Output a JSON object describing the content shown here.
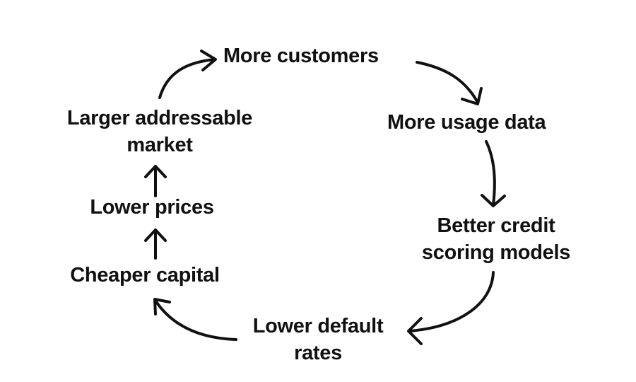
{
  "diagram": {
    "type": "cycle",
    "nodes": [
      {
        "id": "more-customers",
        "lines": [
          "More customers"
        ]
      },
      {
        "id": "more-usage-data",
        "lines": [
          "More usage data"
        ]
      },
      {
        "id": "better-credit-scoring-models",
        "lines": [
          "Better credit",
          "scoring models"
        ]
      },
      {
        "id": "lower-default-rates",
        "lines": [
          "Lower default",
          "rates"
        ]
      },
      {
        "id": "cheaper-capital",
        "lines": [
          "Cheaper capital"
        ]
      },
      {
        "id": "lower-prices",
        "lines": [
          "Lower prices"
        ]
      },
      {
        "id": "larger-addressable-market",
        "lines": [
          "Larger addressable",
          "market"
        ]
      }
    ],
    "edges": [
      {
        "from": "more-customers",
        "to": "more-usage-data"
      },
      {
        "from": "more-usage-data",
        "to": "better-credit-scoring-models"
      },
      {
        "from": "better-credit-scoring-models",
        "to": "lower-default-rates"
      },
      {
        "from": "lower-default-rates",
        "to": "cheaper-capital"
      },
      {
        "from": "cheaper-capital",
        "to": "lower-prices"
      },
      {
        "from": "lower-prices",
        "to": "larger-addressable-market"
      },
      {
        "from": "larger-addressable-market",
        "to": "more-customers"
      }
    ],
    "colors": {
      "ink": "#111111",
      "background": "#ffffff"
    }
  }
}
